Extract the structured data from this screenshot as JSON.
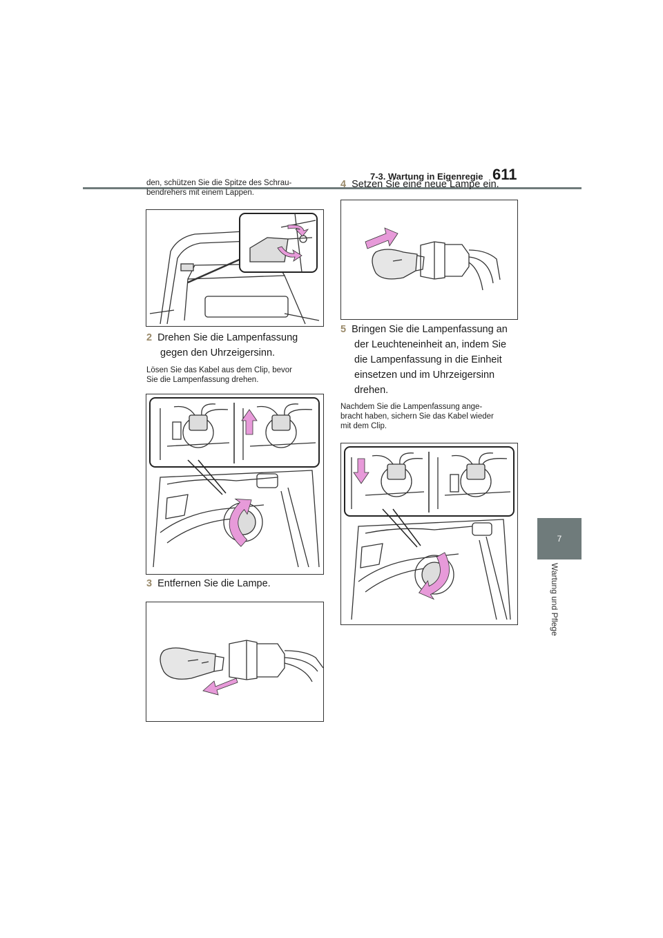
{
  "header": {
    "section": "7-3. Wartung in Eigenregie",
    "page_number": "611"
  },
  "side_tab": {
    "number": "7",
    "label": "Wartung und Pflege"
  },
  "left": {
    "intro_lines": [
      "den, schützen Sie die Spitze des Schrau-",
      "bendrehers mit einem Lappen."
    ],
    "step2": {
      "number": "2",
      "lines": [
        "Drehen Sie die Lampenfassung",
        "gegen den Uhrzeigersinn."
      ]
    },
    "step2_note": [
      "Lösen Sie das Kabel aus dem Clip, bevor",
      "Sie die Lampenfassung drehen."
    ],
    "step3": {
      "number": "3",
      "text": "Entfernen Sie die Lampe."
    }
  },
  "right": {
    "step4": {
      "number": "4",
      "text": "Setzen Sie eine neue Lampe ein."
    },
    "step5": {
      "number": "5",
      "lines": [
        "Bringen Sie die Lampenfassung an",
        "der Leuchteneinheit an, indem Sie",
        "die Lampenfassung in die Einheit",
        "einsetzen und im Uhrzeigersinn",
        "drehen."
      ]
    },
    "step5_note": [
      "Nachdem Sie die Lampenfassung ange-",
      "bracht haben, sichern Sie das Kabel wieder",
      "mit dem Clip."
    ]
  },
  "colors": {
    "accent_tab": "#6f7b7b",
    "arrow_pink": "#e79ad9",
    "step_number": "#9a8a6a"
  }
}
